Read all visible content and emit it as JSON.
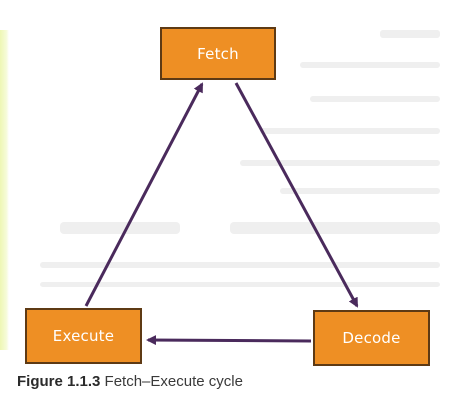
{
  "diagram": {
    "nodes": {
      "fetch": "Fetch",
      "decode": "Decode",
      "execute": "Execute"
    },
    "edges": [
      {
        "from": "Fetch",
        "to": "Decode"
      },
      {
        "from": "Decode",
        "to": "Execute"
      },
      {
        "from": "Execute",
        "to": "Fetch"
      }
    ],
    "colors": {
      "node_fill": "#ee8f24",
      "node_border": "#5e3a14",
      "arrow": "#4a2a5c"
    }
  },
  "caption": {
    "label": "Figure 1.1.3",
    "text": "Fetch–Execute cycle"
  }
}
